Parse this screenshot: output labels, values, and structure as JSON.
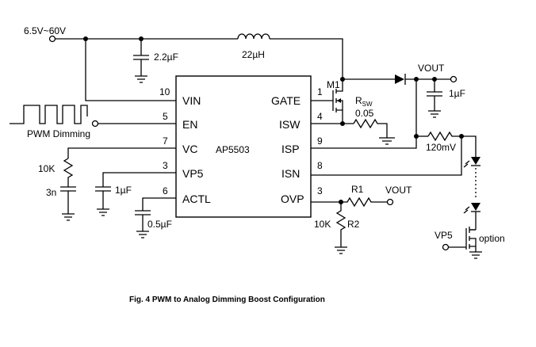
{
  "labels": {
    "vin_supply": "6.5V~60V",
    "cap_in": "2.2µF",
    "inductor": "22µH",
    "vout_top": "VOUT",
    "cap_out": "1µF",
    "mosfet": "M1",
    "rsw_label": "R",
    "rsw_sub": "SW",
    "rsw_value": "0.05",
    "sense_voltage": "120mV",
    "pwm_label": "PWM Dimming",
    "rc_res": "10K",
    "rc_cap": "3n",
    "vp5_cap": "1µF",
    "actl_cap": "0.5µF",
    "r1": "R1",
    "vout_ovp": "VOUT",
    "r2_value": "10K",
    "r2": "R2",
    "vp5_gate": "VP5",
    "option": "option",
    "caption": "Fig. 4 PWM to Analog Dimming Boost Configuration"
  },
  "ic": {
    "name": "AP5503",
    "left_pins": [
      {
        "num": "10",
        "name": "VIN"
      },
      {
        "num": "5",
        "name": "EN"
      },
      {
        "num": "7",
        "name": "VC"
      },
      {
        "num": "3",
        "name": "VP5"
      },
      {
        "num": "6",
        "name": "ACTL"
      }
    ],
    "right_pins": [
      {
        "num": "1",
        "name": "GATE"
      },
      {
        "num": "4",
        "name": "ISW"
      },
      {
        "num": "9",
        "name": "ISP"
      },
      {
        "num": "8",
        "name": "ISN"
      },
      {
        "num": "3",
        "name": "OVP"
      }
    ]
  }
}
